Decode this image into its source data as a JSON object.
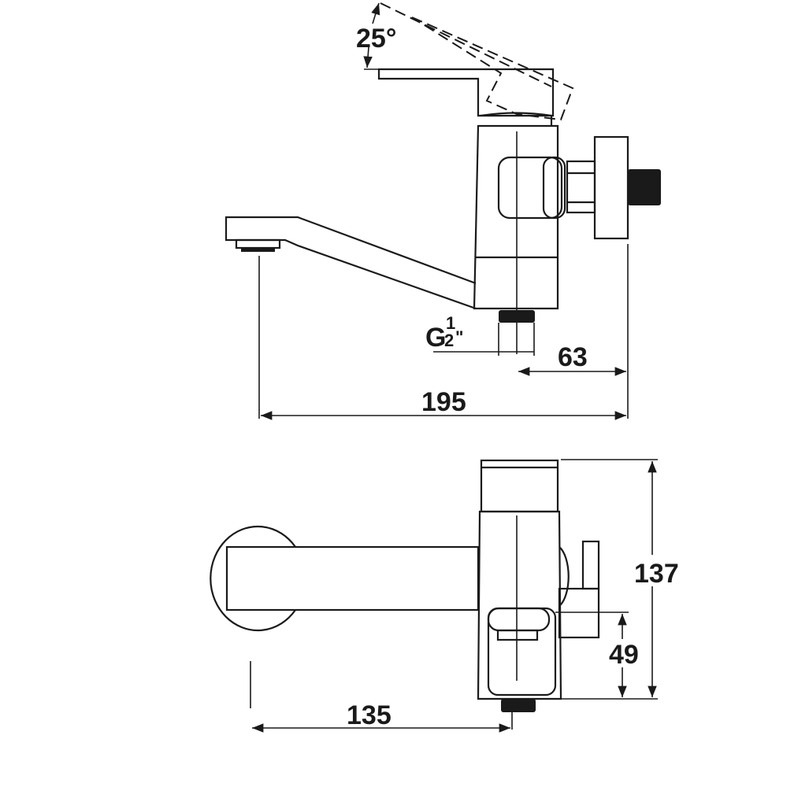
{
  "side_view": {
    "angle_label": "25°",
    "thread_label_main": "G",
    "thread_label_num": "1",
    "thread_label_den": "2",
    "thread_label_suffix": "\"",
    "dim_wall_to_outlet": "63",
    "dim_total_reach": "195"
  },
  "top_view": {
    "dim_total_depth": "137",
    "dim_outlet_offset": "49",
    "dim_spout_reach": "135"
  }
}
